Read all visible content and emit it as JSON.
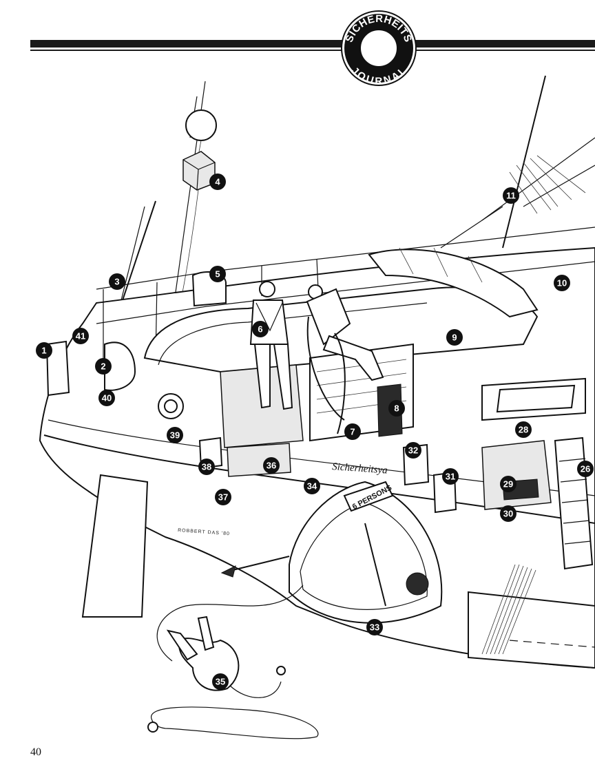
{
  "header": {
    "logo_top_text": "SICHERHEITS",
    "logo_bottom_text": "JOURNAL"
  },
  "illustration": {
    "hull_name": "Sicherheitsya",
    "raft_label": "6 PERSONS",
    "artist_signature": "ROBBERT DAS '80",
    "callouts": [
      "1",
      "2",
      "3",
      "4",
      "5",
      "6",
      "7",
      "8",
      "9",
      "10",
      "11",
      "26",
      "28",
      "29",
      "30",
      "31",
      "32",
      "33",
      "34",
      "35",
      "36",
      "37",
      "38",
      "39",
      "40",
      "41"
    ]
  },
  "page_number": "40"
}
